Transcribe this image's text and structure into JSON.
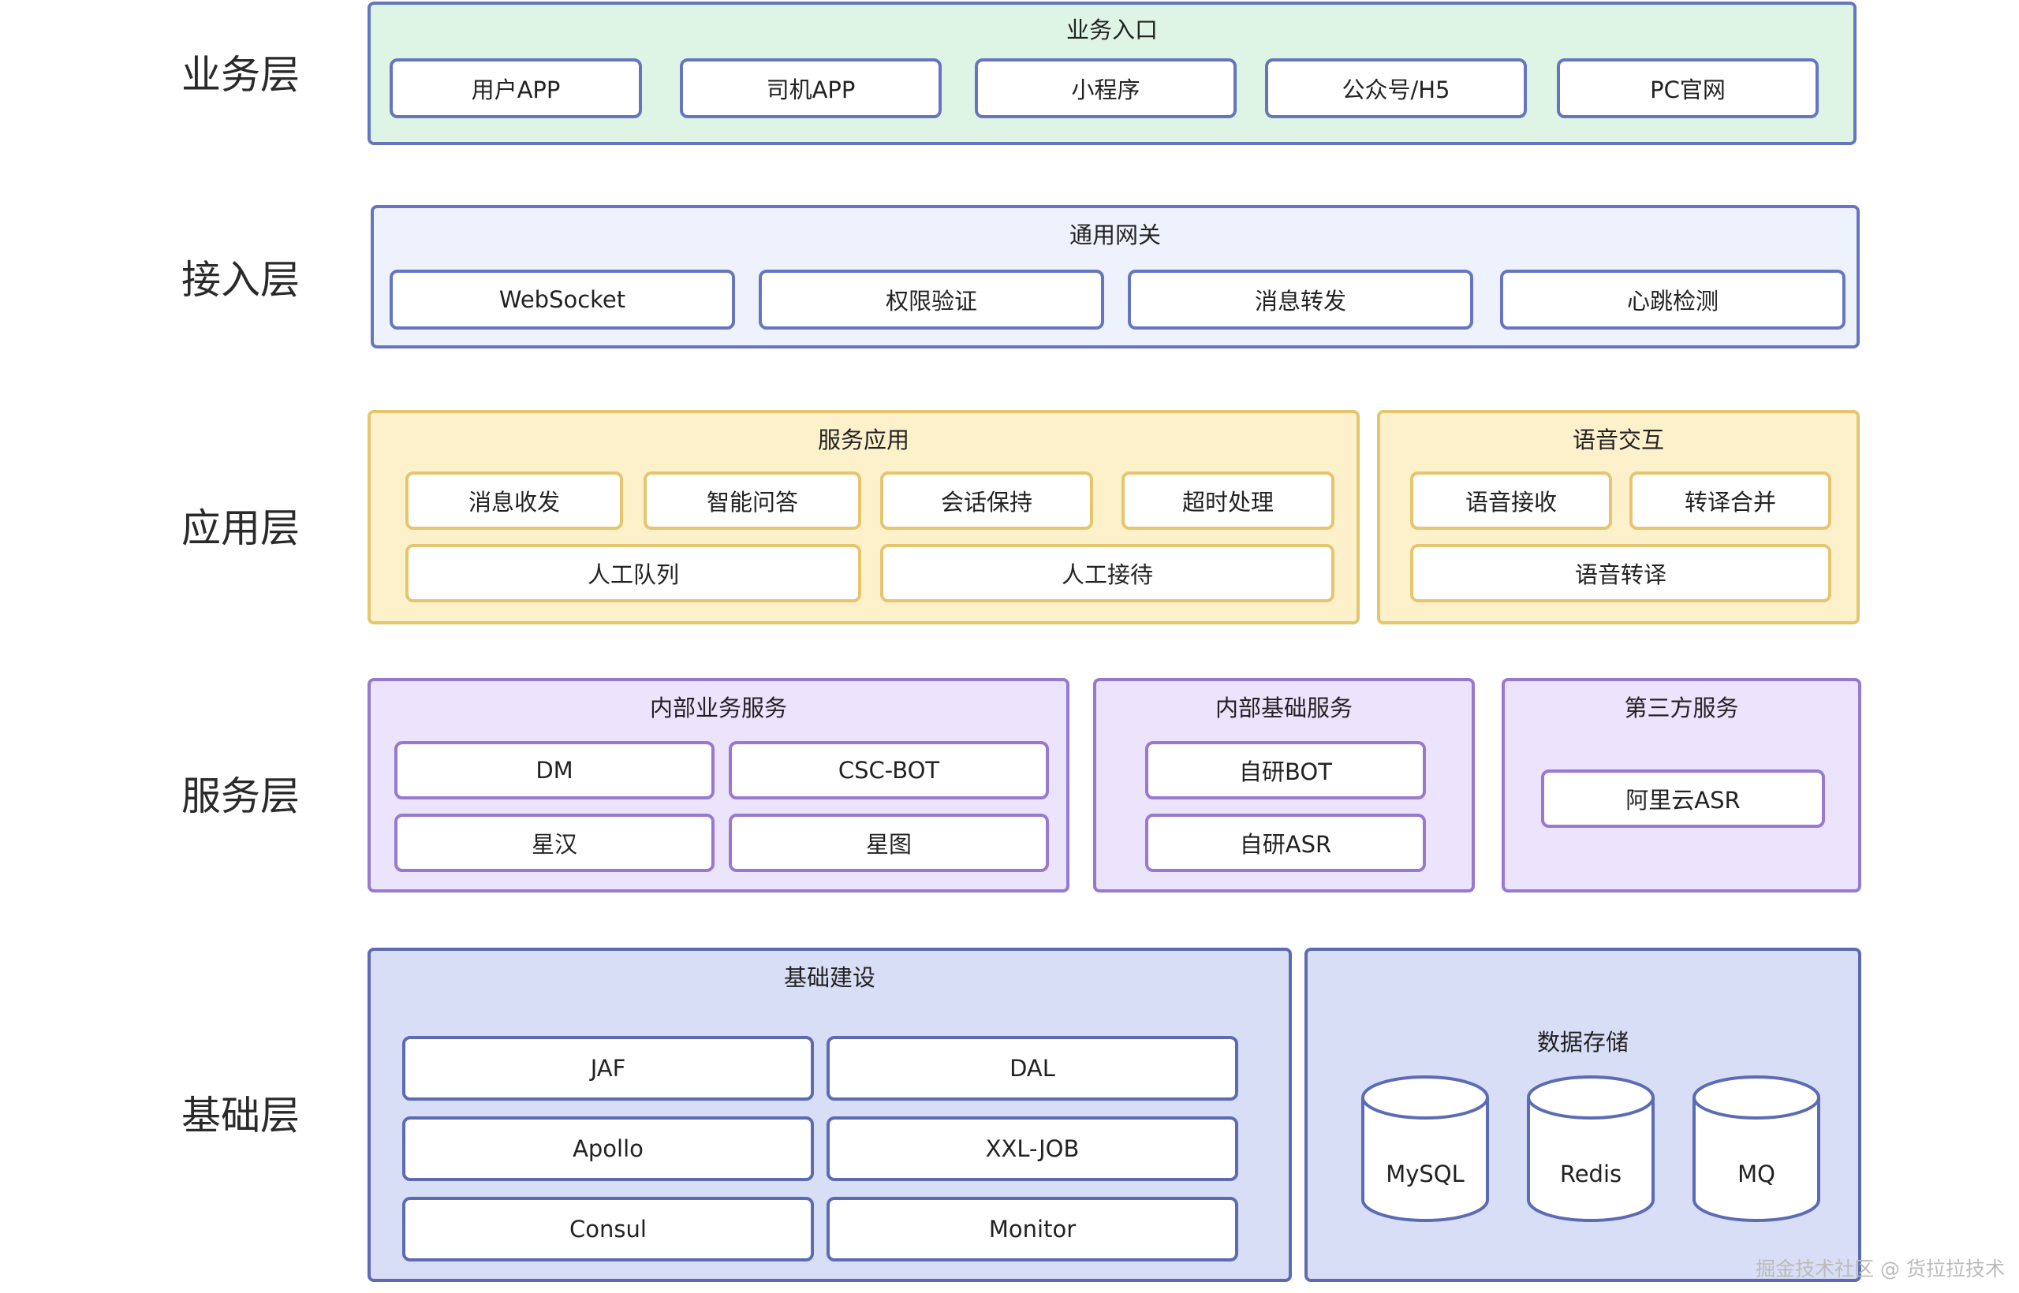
{
  "layers": {
    "business": {
      "label": "业务层",
      "panel_title": "业务入口",
      "items": [
        "用户APP",
        "司机APP",
        "小程序",
        "公众号/H5",
        "PC官网"
      ]
    },
    "access": {
      "label": "接入层",
      "panel_title": "通用网关",
      "items": [
        "WebSocket",
        "权限验证",
        "消息转发",
        "心跳检测"
      ]
    },
    "application": {
      "label": "应用层",
      "service_app": {
        "title": "服务应用",
        "items": [
          "消息收发",
          "智能问答",
          "会话保持",
          "超时处理",
          "人工队列",
          "人工接待"
        ]
      },
      "voice": {
        "title": "语音交互",
        "items": [
          "语音接收",
          "转译合并",
          "语音转译"
        ]
      }
    },
    "service": {
      "label": "服务层",
      "internal_business": {
        "title": "内部业务服务",
        "items": [
          "DM",
          "CSC-BOT",
          "星汉",
          "星图"
        ]
      },
      "internal_base": {
        "title": "内部基础服务",
        "items": [
          "自研BOT",
          "自研ASR"
        ]
      },
      "third_party": {
        "title": "第三方服务",
        "items": [
          "阿里云ASR"
        ]
      }
    },
    "foundation": {
      "label": "基础层",
      "infrastructure": {
        "title": "基础建设",
        "items": [
          "JAF",
          "DAL",
          "Apollo",
          "XXL-JOB",
          "Consul",
          "Monitor"
        ]
      },
      "storage": {
        "title": "数据存储",
        "items": [
          "MySQL",
          "Redis",
          "MQ"
        ]
      }
    }
  },
  "colors": {
    "business_bg": "#def5e6",
    "access_bg": "#eef2fd",
    "application_bg": "#fdf1cc",
    "service_bg": "#ece3fc",
    "foundation_bg": "#d8def5"
  },
  "watermark": "掘金技术社区 @ 货拉拉技术"
}
